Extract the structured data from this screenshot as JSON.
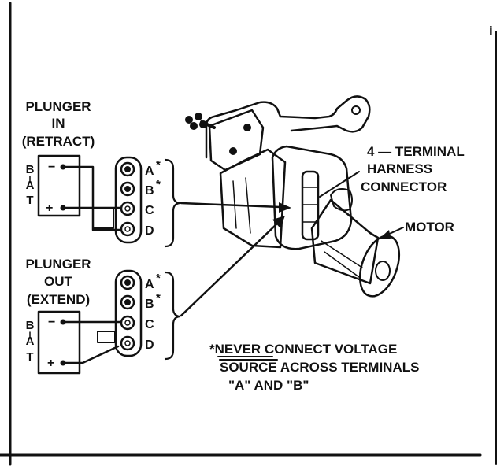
{
  "colors": {
    "ink": "#111111",
    "paper": "#ffffff"
  },
  "retract": {
    "title_line1": "PLUNGER",
    "title_line2": "IN",
    "title_line3": "(RETRACT)"
  },
  "extend": {
    "title_line1": "PLUNGER",
    "title_line2": "OUT",
    "title_line3": "(EXTEND)"
  },
  "battery": {
    "b": "B",
    "a": "A",
    "t": "T",
    "minus": "−",
    "plus": "+"
  },
  "terminals": {
    "a": "A",
    "b": "B",
    "c": "C",
    "d": "D",
    "asterisk": "*"
  },
  "connector_label": {
    "line1": "4 — TERMINAL",
    "line2": "HARNESS",
    "line3": "CONNECTOR"
  },
  "motor_label": "MOTOR",
  "warning": {
    "line1_prefix": "*",
    "line1_never": "NEVER",
    "line1_rest": " CONNECT VOLTAGE",
    "line2_source": "SOURCE",
    "line2_rest": " ACROSS TERMINALS",
    "line3": "\"A\" AND \"B\""
  },
  "edge_mark": "i"
}
